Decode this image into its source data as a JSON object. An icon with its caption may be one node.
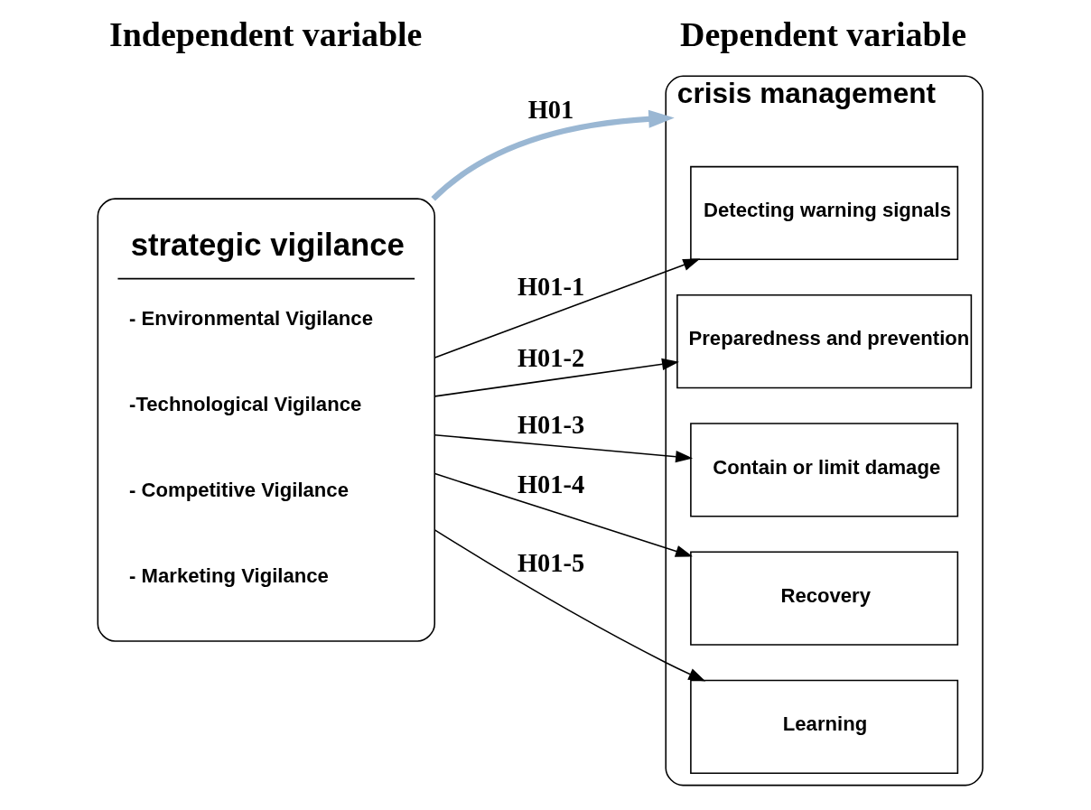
{
  "diagram": {
    "nodes": [
      {
        "text": [
          "strategic vigilance",
          "- Environmental Vigilance",
          "-Technological Vigilance",
          "- Competitive Vigilance",
          "- Marketing Vigilance"
        ]
      },
      {
        "text": [
          "crisis management"
        ]
      },
      {
        "text": [
          "Detecting warning signals"
        ],
        "in": 1
      },
      {
        "text": [
          "Preparedness and prevention"
        ],
        "in": 1
      },
      {
        "text": [
          "Contain or limit damage"
        ],
        "in": 1
      },
      {
        "text": [
          "Recovery"
        ],
        "in": 1
      },
      {
        "text": [
          "Learning"
        ],
        "in": 1
      }
    ],
    "edges": [
      {
        "from": 0,
        "to": 1,
        "arrow": "to",
        "label": "H01",
        "style": "thick",
        "color": "#9ab7d3"
      },
      {
        "from": 0,
        "to": 2,
        "arrow": "to",
        "label": "H01-1"
      },
      {
        "from": 0,
        "to": 3,
        "arrow": "to",
        "label": "H01-2"
      },
      {
        "from": 0,
        "to": 4,
        "arrow": "to",
        "label": "H01-3"
      },
      {
        "from": 0,
        "to": 5,
        "arrow": "to",
        "label": "H01-4"
      },
      {
        "from": 0,
        "to": 6,
        "arrow": "to",
        "label": "H01-5"
      }
    ],
    "labels": [
      "Independent variable",
      "Dependent variable"
    ]
  }
}
